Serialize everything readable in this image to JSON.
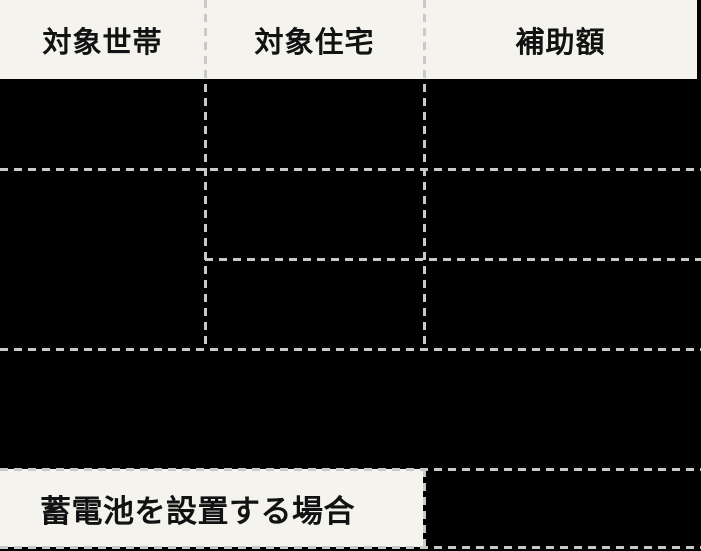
{
  "table": {
    "header": {
      "columns": [
        {
          "label": "対象世帯"
        },
        {
          "label": "対象住宅"
        },
        {
          "label": "補助額"
        }
      ]
    },
    "footer": {
      "battery_label": "蓄電池を設置する場合"
    }
  },
  "colors": {
    "canvas": "#000000",
    "cell-light": "#F5F3EE",
    "dash": "#C9C9C9",
    "text": "#121212"
  }
}
